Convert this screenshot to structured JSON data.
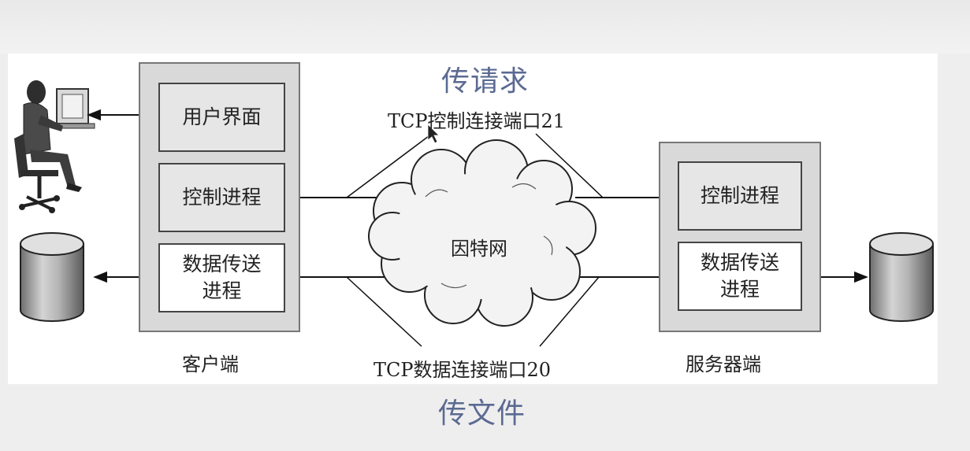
{
  "annotations": {
    "top": "传请求",
    "bottom": "传文件"
  },
  "client": {
    "caption": "客户端",
    "ui_box": "用户界面",
    "control_box": "控制进程",
    "data_box": "数据传送\n进程"
  },
  "server": {
    "caption": "服务器端",
    "control_box": "控制进程",
    "data_box": "数据传送\n进程"
  },
  "network": {
    "cloud_label": "因特网",
    "control_connection": "TCP控制连接端口21",
    "data_connection": "TCP数据连接端口20"
  },
  "colors": {
    "annotation": "#5b6a92",
    "panel": "#d9d9d9",
    "box": "#e6e6e6"
  }
}
